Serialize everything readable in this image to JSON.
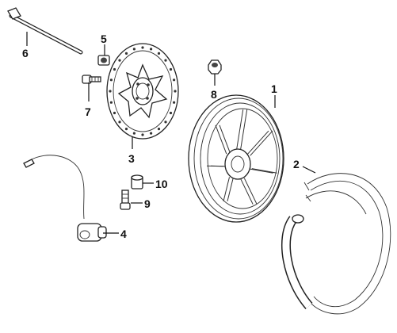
{
  "parts": [
    {
      "id": "1",
      "label": "1"
    },
    {
      "id": "2",
      "label": "2"
    },
    {
      "id": "3",
      "label": "3"
    },
    {
      "id": "4",
      "label": "4"
    },
    {
      "id": "5",
      "label": "5"
    },
    {
      "id": "6",
      "label": "6"
    },
    {
      "id": "7",
      "label": "7"
    },
    {
      "id": "8",
      "label": "8"
    },
    {
      "id": "9",
      "label": "9"
    },
    {
      "id": "10",
      "label": "10"
    }
  ]
}
